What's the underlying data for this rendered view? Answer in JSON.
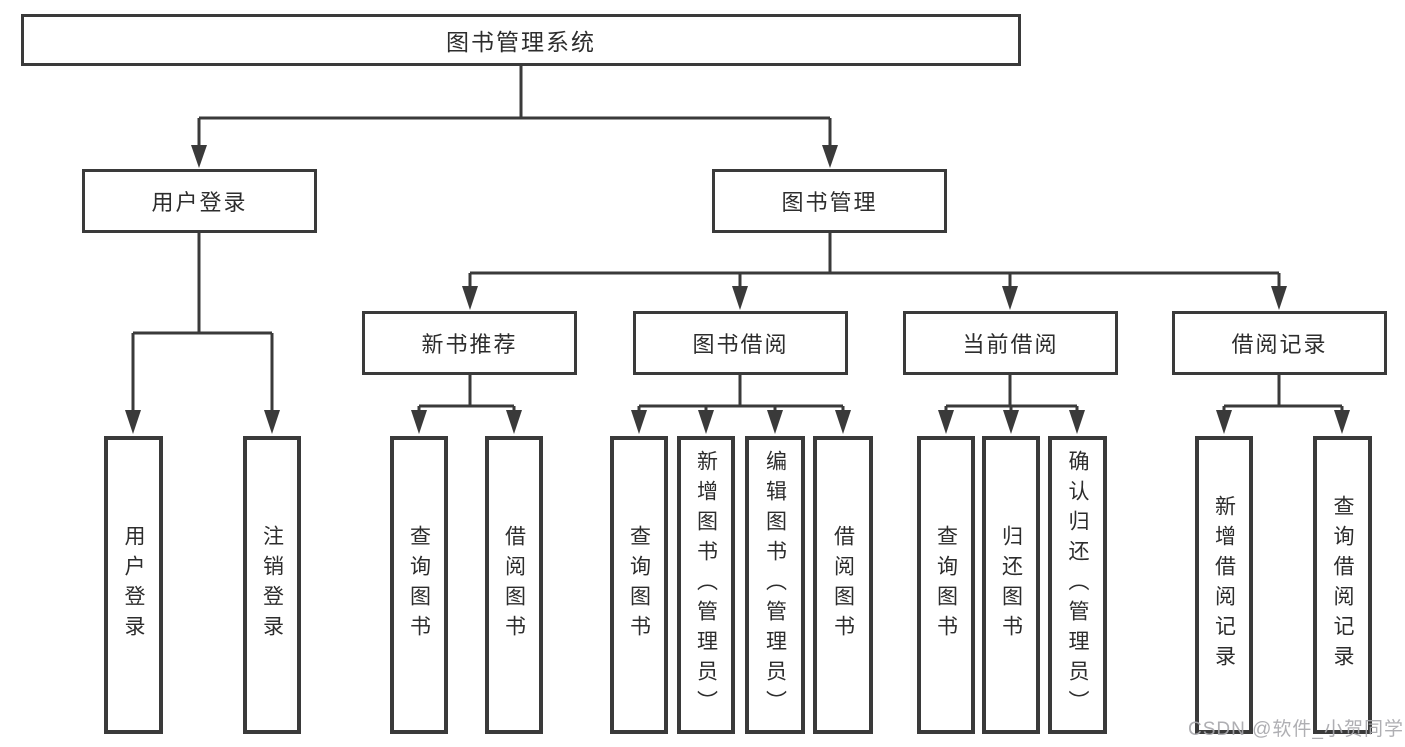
{
  "diagram": {
    "root": {
      "label": "图书管理系统"
    },
    "branches": [
      {
        "label": "用户登录",
        "leaves": [
          "用户登录",
          "注销登录"
        ]
      },
      {
        "label": "图书管理",
        "groups": [
          {
            "label": "新书推荐",
            "leaves": [
              "查询图书",
              "借阅图书"
            ]
          },
          {
            "label": "图书借阅",
            "leaves": [
              "查询图书",
              "新增图书（管理员）",
              "编辑图书（管理员）",
              "借阅图书"
            ]
          },
          {
            "label": "当前借阅",
            "leaves": [
              "查询图书",
              "归还图书",
              "确认归还（管理员）"
            ]
          },
          {
            "label": "借阅记录",
            "leaves": [
              "新增借阅记录",
              "查询借阅记录"
            ]
          }
        ]
      }
    ]
  },
  "watermark": {
    "text": "CSDN @软件_小贺同学"
  },
  "colors": {
    "line": "#3a3a3a",
    "text": "#2d2d2d",
    "background": "#ffffff",
    "watermark": "#a8a8ad"
  }
}
